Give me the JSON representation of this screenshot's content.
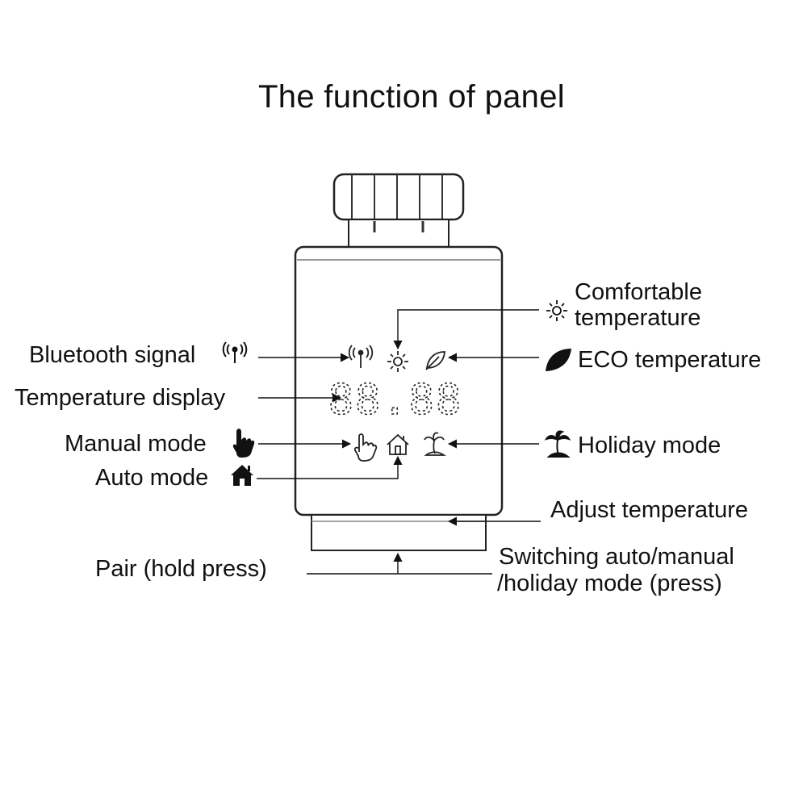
{
  "title": "The function of panel",
  "display": {
    "digits": "88.88"
  },
  "colors": {
    "ink": "#111111",
    "outline": "#333333",
    "background": "#ffffff"
  },
  "labels": {
    "bluetooth": {
      "text": "Bluetooth signal",
      "icon": "bluetooth-signal-icon"
    },
    "temperature_display": {
      "text": "Temperature display"
    },
    "manual_mode": {
      "text": "Manual mode",
      "icon": "hand-pointer-icon"
    },
    "auto_mode": {
      "text": "Auto mode",
      "icon": "house-icon"
    },
    "pair": {
      "text": "Pair (hold press)"
    },
    "comfortable_line1": {
      "text": "Comfortable",
      "icon": "sun-icon"
    },
    "comfortable_line2": {
      "text": "temperature"
    },
    "eco": {
      "text": "ECO temperature",
      "icon": "leaf-icon"
    },
    "holiday": {
      "text": "Holiday mode",
      "icon": "palm-tree-icon"
    },
    "adjust": {
      "text": "Adjust temperature"
    },
    "switching_line1": {
      "text": "Switching auto/manual"
    },
    "switching_line2": {
      "text": "/holiday mode (press)"
    }
  }
}
